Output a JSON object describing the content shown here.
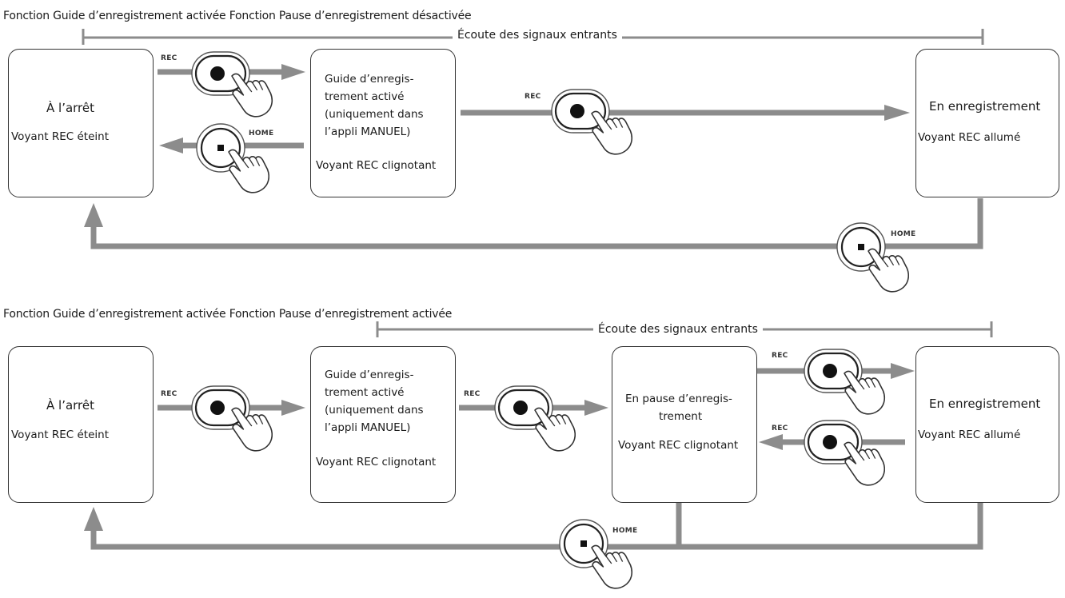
{
  "top": {
    "heading": "Fonction Guide d’enregistrement activée  Fonction Pause d’enregistrement désactivée",
    "listening": "Écoute des signaux entrants",
    "stop_box": {
      "title": "À l’arrêt",
      "status": "Voyant REC éteint"
    },
    "guide_box": {
      "lines": [
        "Guide d’enregis-",
        "trement activé",
        "(uniquement dans",
        "l’appli MANUEL)"
      ],
      "status": "Voyant REC clignotant"
    },
    "rec_box": {
      "title": "En enregistrement",
      "status": "Voyant REC allumé"
    },
    "button_labels": {
      "rec1": "REC",
      "home1": "HOME",
      "rec2": "REC",
      "home2": "HOME"
    }
  },
  "bottom": {
    "heading": "Fonction Guide d’enregistrement activée  Fonction Pause d’enregistrement activée",
    "listening": "Écoute des signaux entrants",
    "stop_box": {
      "title": "À l’arrêt",
      "status": "Voyant REC éteint"
    },
    "guide_box": {
      "lines": [
        "Guide d’enregis-",
        "trement activé",
        "(uniquement dans",
        "l’appli MANUEL)"
      ],
      "status": "Voyant REC clignotant"
    },
    "pause_box": {
      "lines": [
        "En pause d’enregis-",
        "trement"
      ],
      "status": "Voyant REC clignotant"
    },
    "rec_box": {
      "title": "En enregistrement",
      "status": "Voyant REC allumé"
    },
    "button_labels": {
      "rec1": "REC",
      "rec2": "REC",
      "rec3": "REC",
      "rec4": "REC",
      "home": "HOME"
    }
  },
  "colors": {
    "arrow": "#8c8c8c",
    "box_border": "#333333",
    "text": "#1a1a1a"
  },
  "icons": {
    "rec_button": "rec-button-icon",
    "stop_button": "stop-button-icon",
    "hand": "pointing-hand-icon"
  }
}
